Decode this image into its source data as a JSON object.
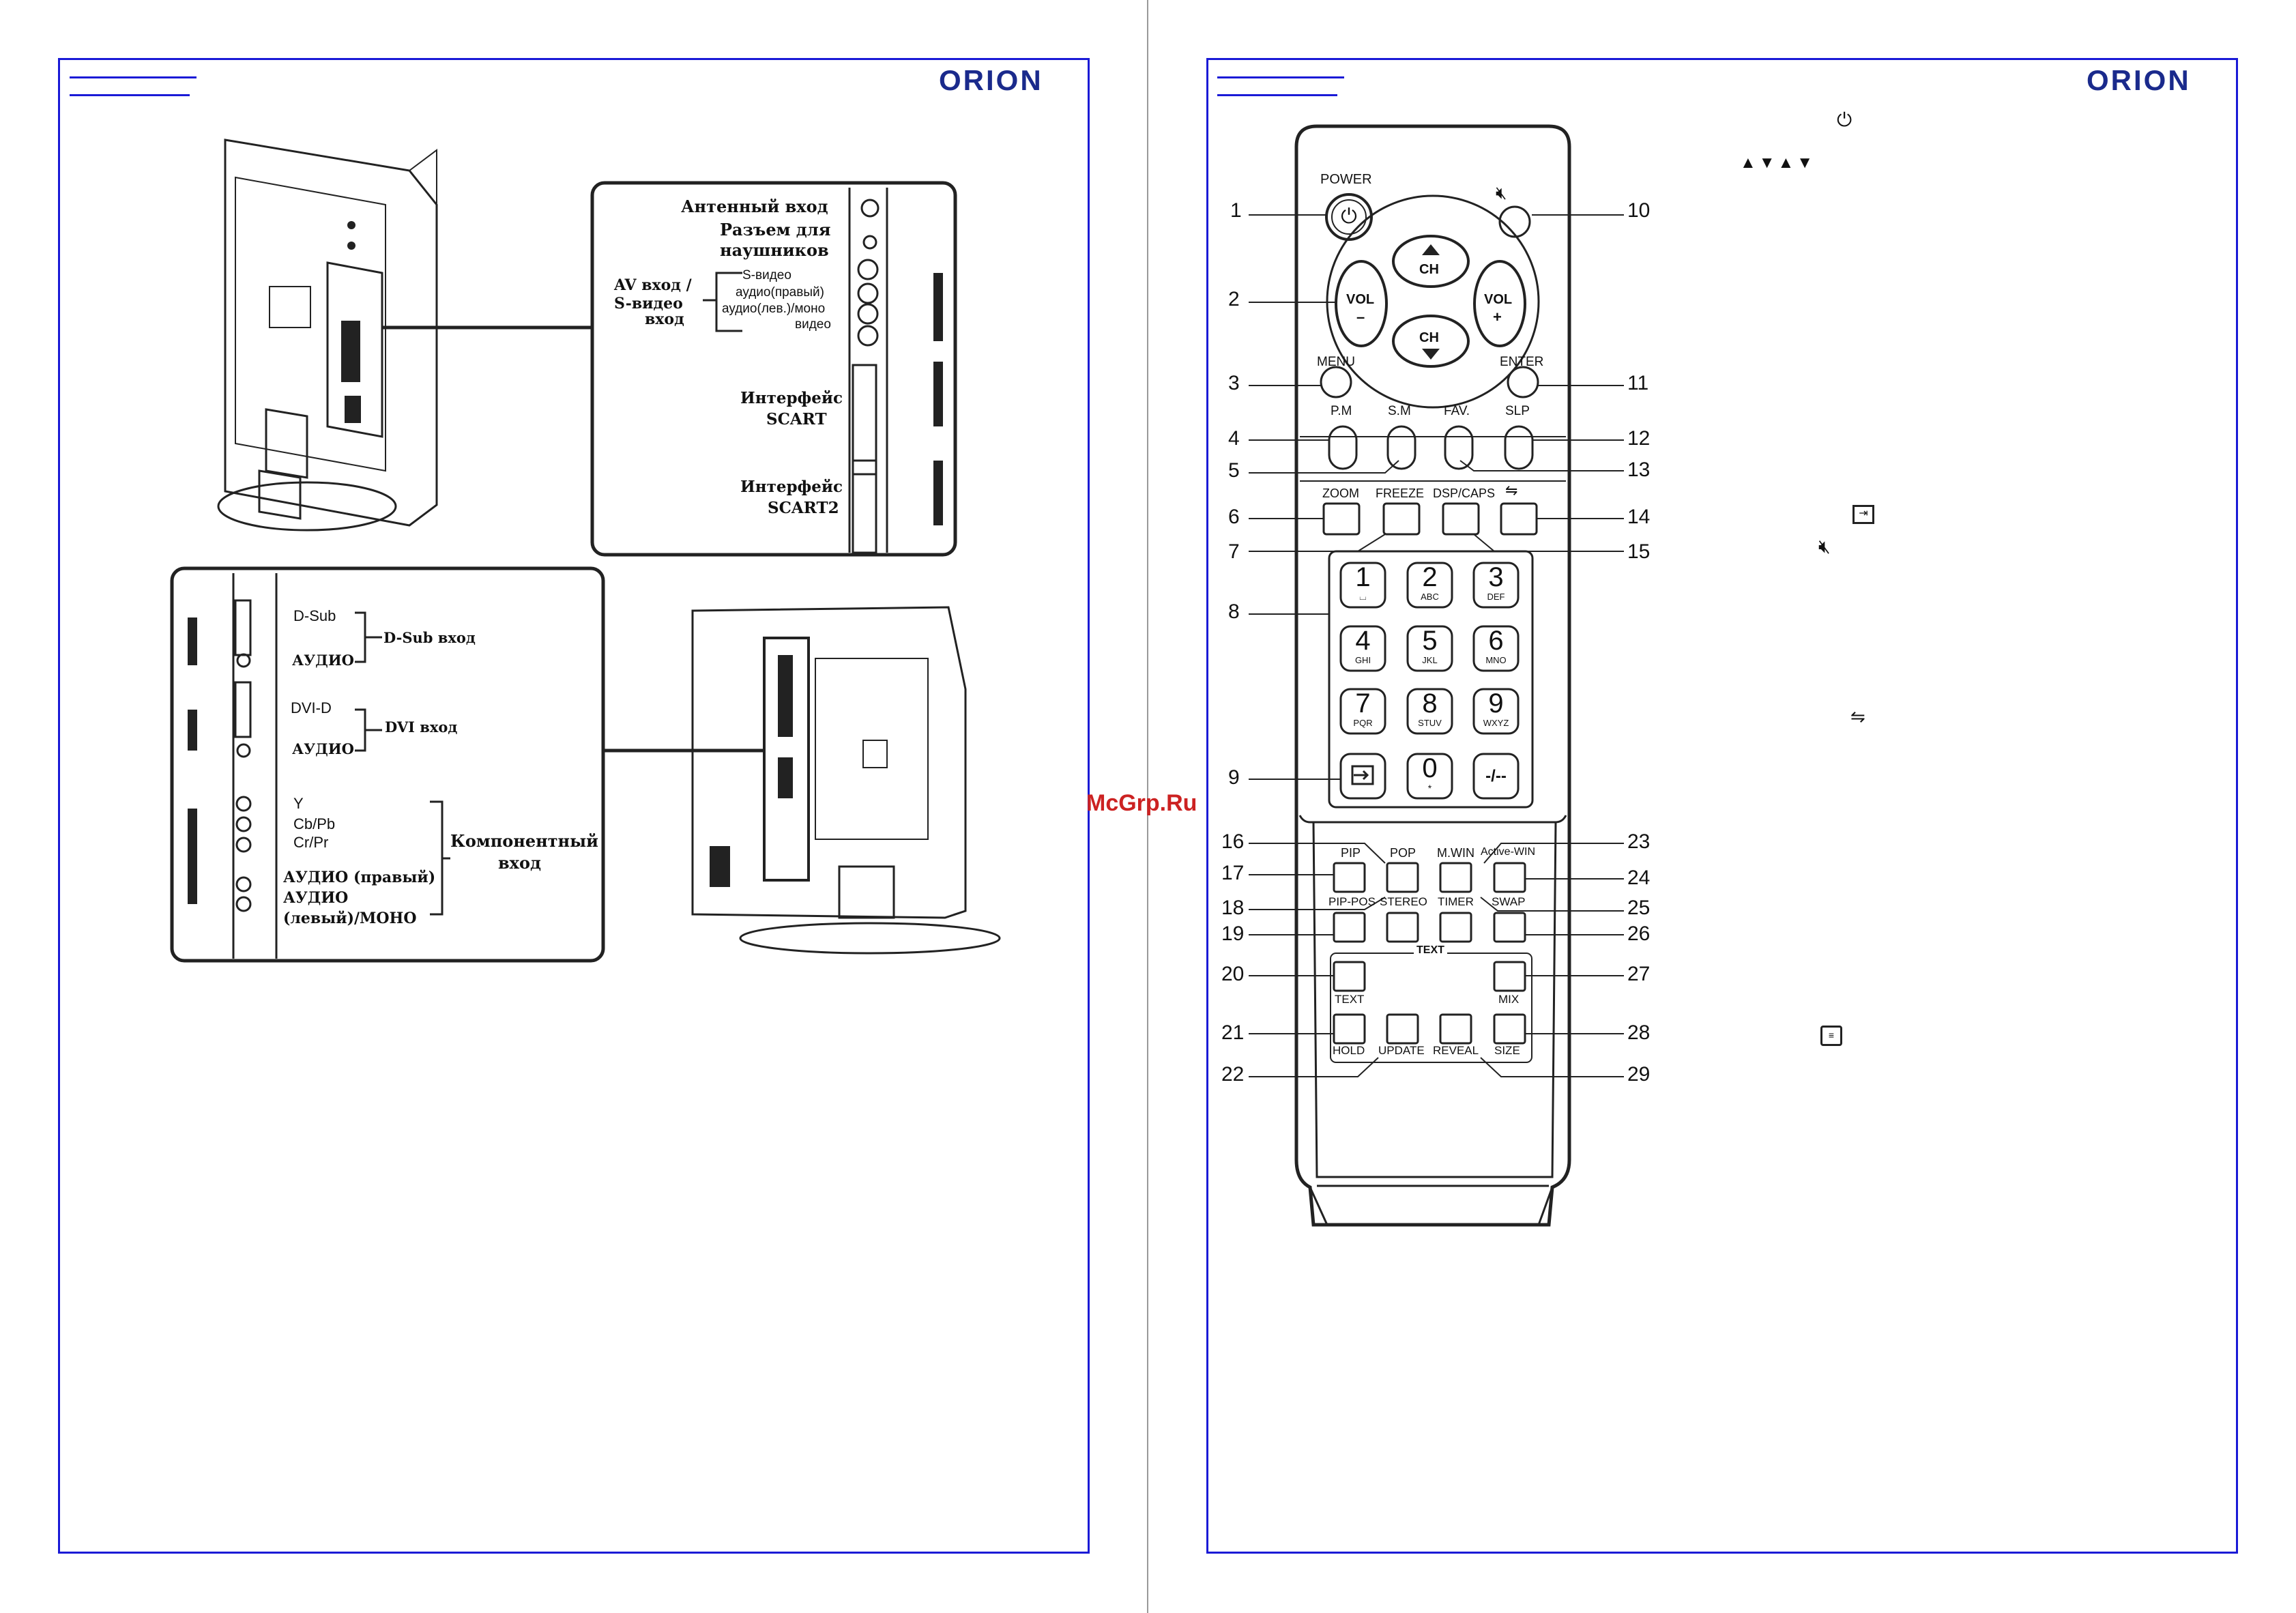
{
  "brand": "ORION",
  "watermark": "McGrp.Ru",
  "left_page": {
    "top_panel": {
      "antenna": "Антенный вход",
      "headphones_1": "Разъем для",
      "headphones_2": "наушников",
      "av_input_1": "AV вход /",
      "av_input_2": "S-видео",
      "av_input_3": "вход",
      "svideo": "S-видео",
      "audio_right": "аудио(правый)",
      "audio_left_mono": "аудио(лев.)/моно",
      "video": "видео",
      "scart_1a": "Интерфейс",
      "scart_1b": "SCART",
      "scart_2a": "Интерфейс",
      "scart_2b": "SCART2"
    },
    "bottom_panel": {
      "dsub": "D-Sub",
      "audio_1": "АУДИО",
      "dsub_input": "D-Sub вход",
      "dvid": "DVI-D",
      "audio_2": "АУДИО",
      "dvi_input": "DVI вход",
      "y": "Y",
      "cbpb": "Cb/Pb",
      "crpr": "Cr/Pr",
      "component_1": "Компонентный",
      "component_2": "вход",
      "audio_right": "АУДИО (правый)",
      "audio_left_1": "АУДИО",
      "audio_left_2": "(левый)/МОНО"
    }
  },
  "remote": {
    "labels": {
      "power": "POWER",
      "menu": "MENU",
      "enter": "ENTER",
      "pm": "P.M",
      "sm": "S.M",
      "fav": "FAV.",
      "slp": "SLP",
      "zoom": "ZOOM",
      "freeze": "FREEZE",
      "dspcaps": "DSP/CAPS",
      "pip": "PIP",
      "pop": "POP",
      "mwin": "M.WIN",
      "activewin": "Active-WIN",
      "pippos": "PIP-POS",
      "stereo": "STEREO",
      "timer": "TIMER",
      "swap": "SWAP",
      "text_header": "TEXT",
      "text": "TEXT",
      "mix": "MIX",
      "hold": "HOLD",
      "update": "UPDATE",
      "reveal": "REVEAL",
      "size": "SIZE",
      "ch": "CH",
      "vol": "VOL",
      "minus": "–",
      "plus": "+"
    },
    "digits": [
      {
        "d": "1",
        "s": "⌴"
      },
      {
        "d": "2",
        "s": "ABC"
      },
      {
        "d": "3",
        "s": "DEF"
      },
      {
        "d": "4",
        "s": "GHI"
      },
      {
        "d": "5",
        "s": "JKL"
      },
      {
        "d": "6",
        "s": "MNO"
      },
      {
        "d": "7",
        "s": "PQR"
      },
      {
        "d": "8",
        "s": "STUV"
      },
      {
        "d": "9",
        "s": "WXYZ"
      },
      {
        "d": "0",
        "s": "*"
      }
    ],
    "dash": "-/--",
    "callouts": {
      "n1": "1",
      "n2": "2",
      "n3": "3",
      "n4": "4",
      "n5": "5",
      "n6": "6",
      "n7": "7",
      "n8": "8",
      "n9": "9",
      "n10": "10",
      "n11": "11",
      "n12": "12",
      "n13": "13",
      "n14": "14",
      "n15": "15",
      "n16": "16",
      "n17": "17",
      "n18": "18",
      "n19": "19",
      "n20": "20",
      "n21": "21",
      "n22": "22",
      "n23": "23",
      "n24": "24",
      "n25": "25",
      "n26": "26",
      "n27": "27",
      "n28": "28",
      "n29": "29"
    }
  },
  "icons": {
    "power": "power-icon",
    "mute": "mute-icon",
    "input": "input-source-icon",
    "swap": "swap-icon",
    "teletext": "teletext-icon",
    "arrows": "arrow-icons"
  }
}
